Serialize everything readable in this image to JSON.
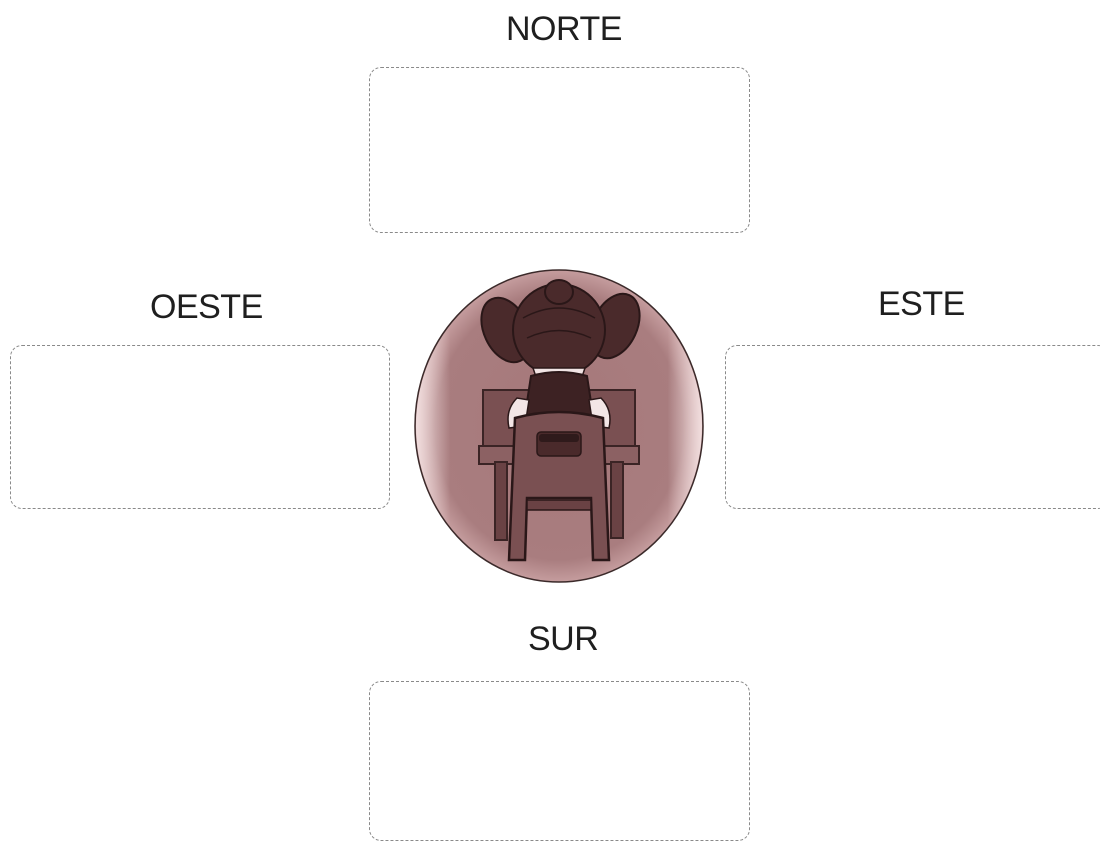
{
  "directions": {
    "north": "NORTE",
    "west": "OESTE",
    "east": "ESTE",
    "south": "SUR"
  },
  "colors": {
    "circle_fill": "#a5787a",
    "circle_light": "#f2dede",
    "figure_dark": "#4a2a2b",
    "figure_mid": "#7a5052",
    "box_border": "#8a8a8a",
    "text": "#1f1f1f"
  },
  "illustration": {
    "icon": "girl-sitting-at-desk-back-view"
  }
}
